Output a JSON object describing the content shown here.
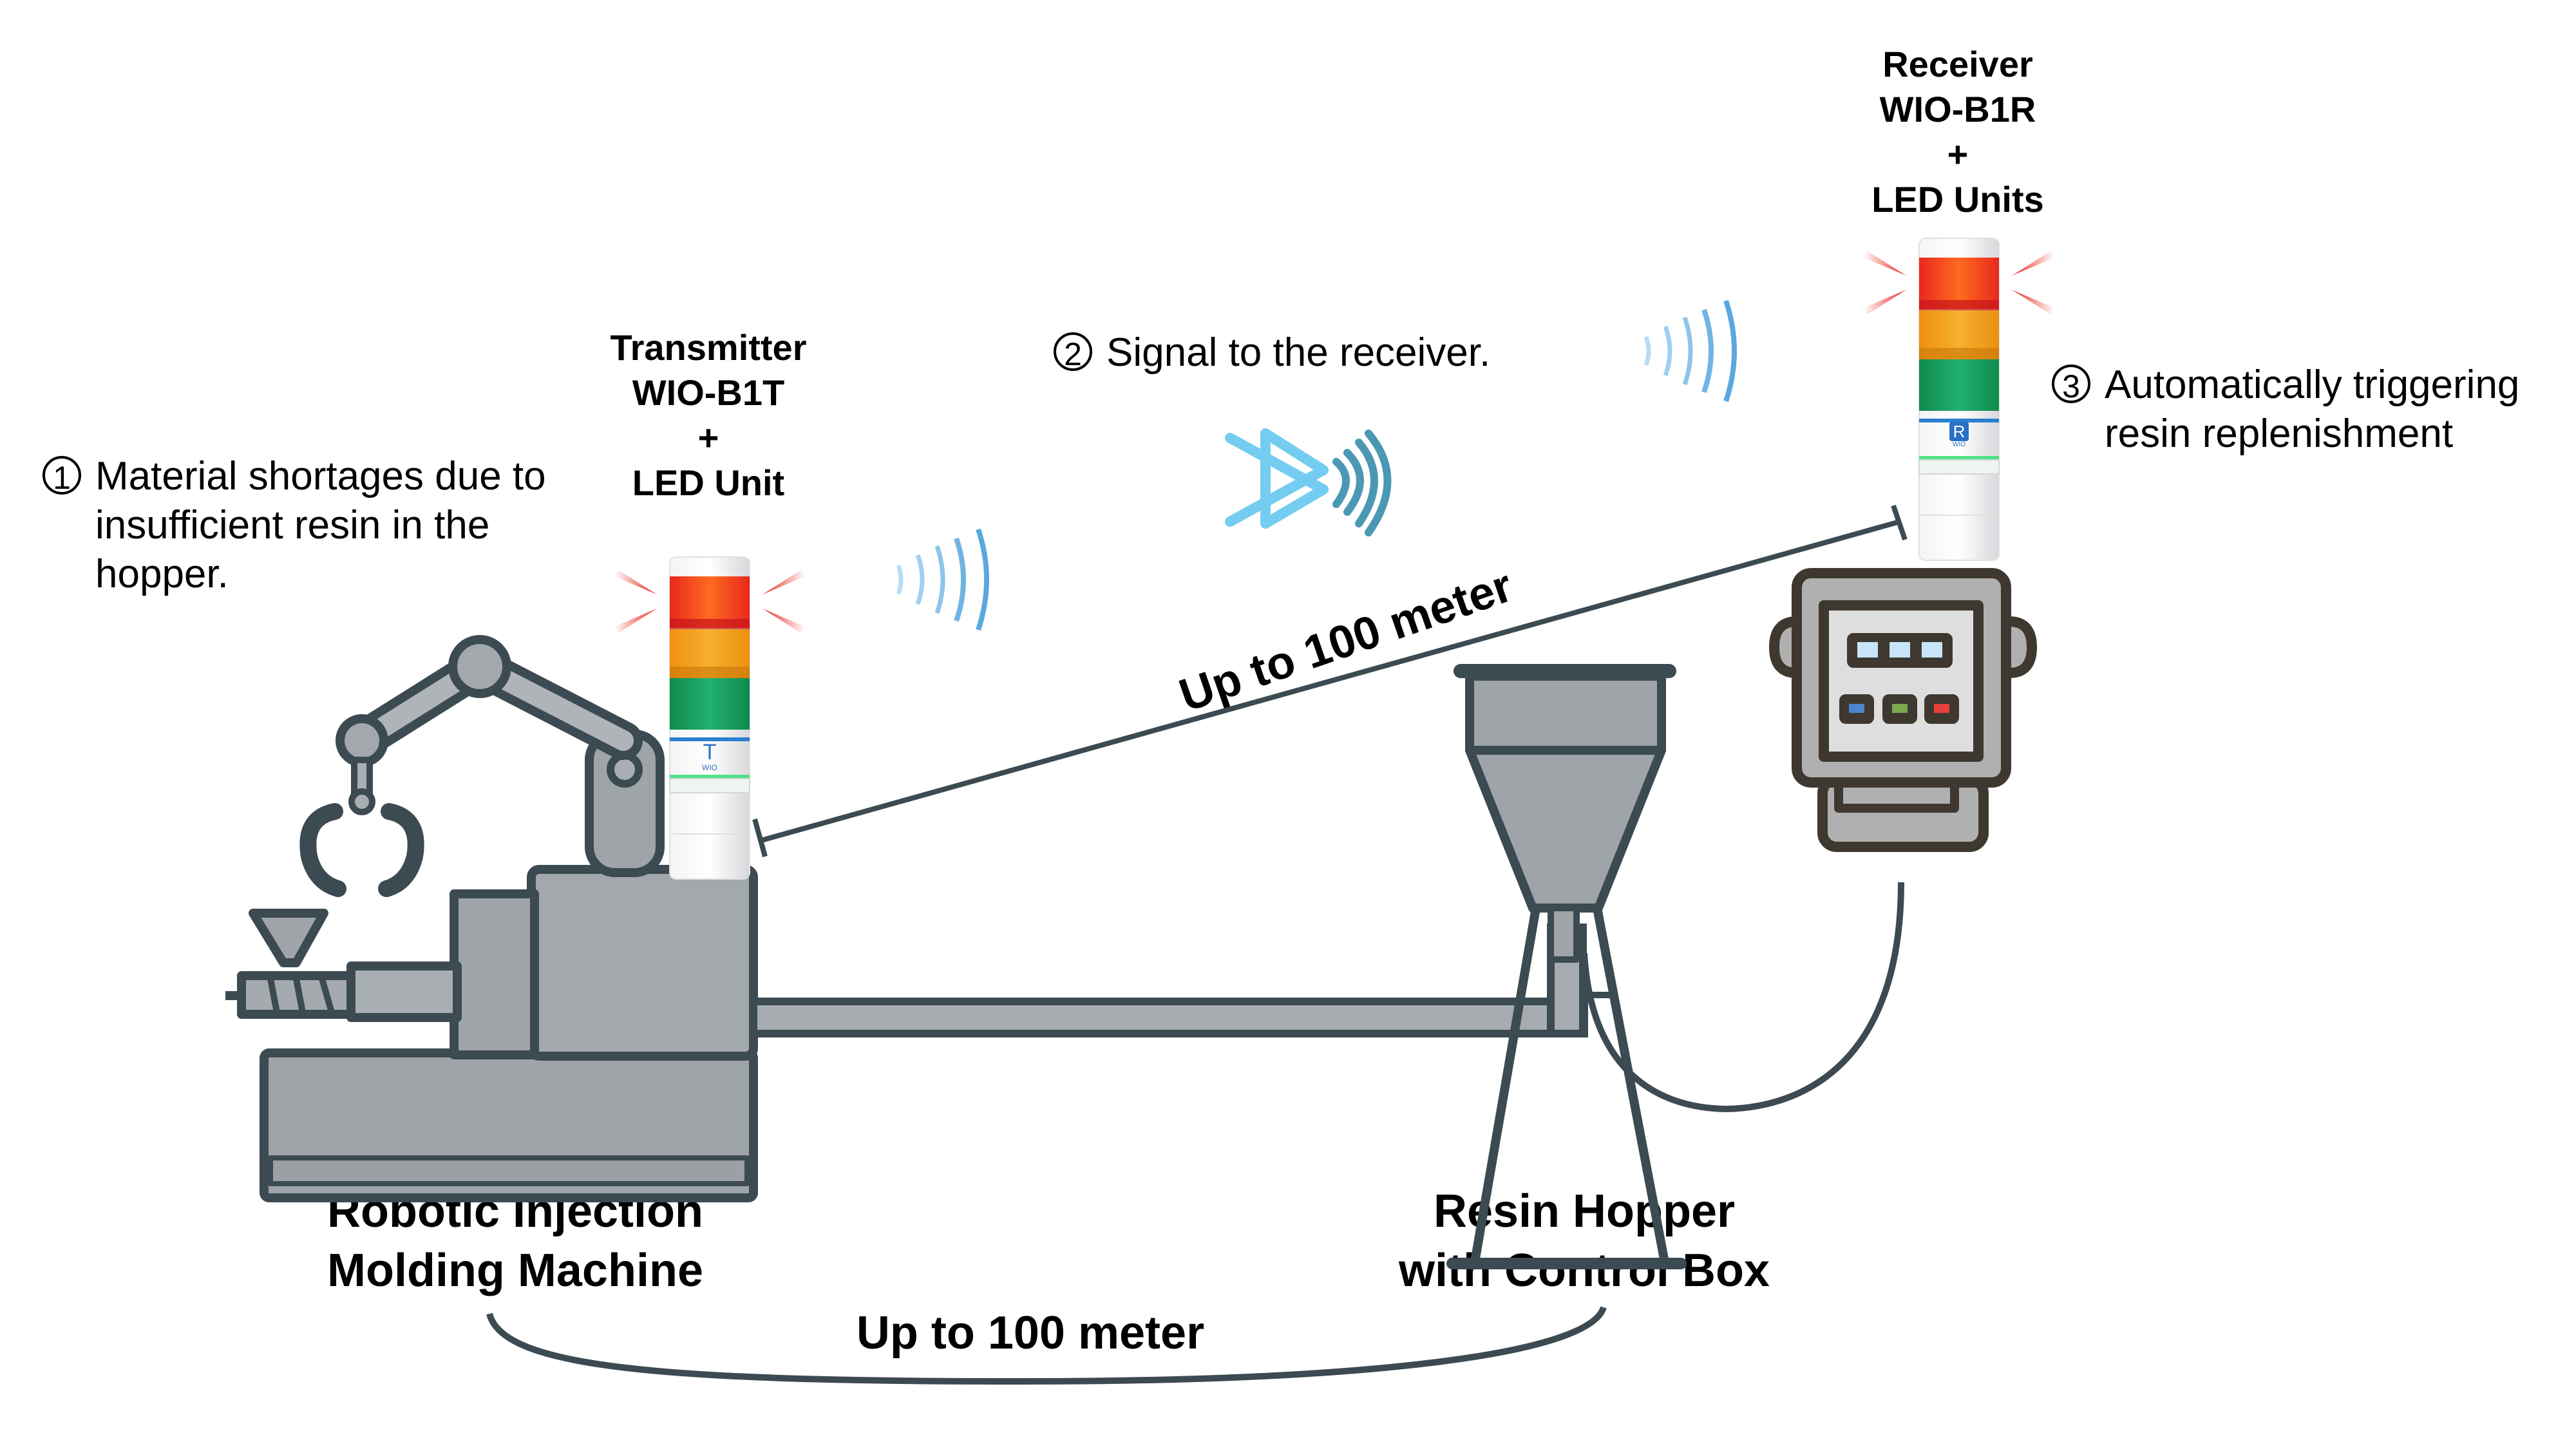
{
  "steps": [
    {
      "num": "1",
      "text_lines": [
        "Material shortages due to",
        "insufficient resin in the",
        "hopper."
      ]
    },
    {
      "num": "2",
      "text_lines": [
        "Signal to the receiver."
      ]
    },
    {
      "num": "3",
      "text_lines": [
        "Automatically triggering",
        "resin replenishment"
      ]
    }
  ],
  "transmitter": {
    "title": "Transmitter",
    "model": "WIO-B1T",
    "plus": "+",
    "led": "LED Unit",
    "badge_letter": "T",
    "badge_sub": "WIO"
  },
  "receiver": {
    "title": "Receiver",
    "model": "WIO-B1R",
    "plus": "+",
    "led": "LED Units",
    "badge_letter": "R",
    "badge_sub": "WIO"
  },
  "machines": {
    "injection_line1": "Robotic Injection",
    "injection_line2": "Molding Machine",
    "hopper_line1": "Resin Hopper",
    "hopper_line2": "with Control Box"
  },
  "distances": {
    "wireless_range": "Up to 100 meter",
    "wired_range": "Up to 100 meter"
  },
  "icons": {
    "bluetooth": "bluetooth-icon",
    "signal_waves": "signal-waves-icon",
    "alert_rays": "alert-rays-icon"
  },
  "colors": {
    "led_red": "#e8281e",
    "led_amber": "#f0a010",
    "led_green": "#17a05a",
    "machine_fill": "#9ea4a8",
    "machine_stroke": "#3c4a52",
    "control_box_stroke": "#3e3830",
    "signal_blue": "#5aaae0",
    "bluetooth_blue": "#74cdf0",
    "bluetooth_waves": "#4a98b4"
  }
}
